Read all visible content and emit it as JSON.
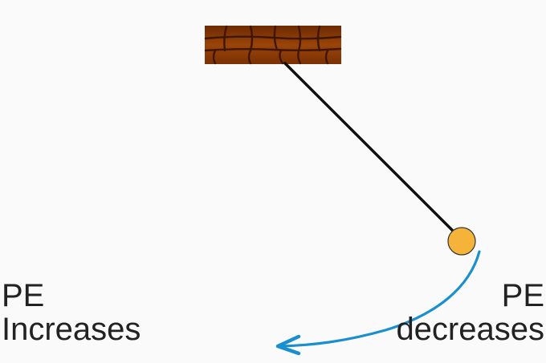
{
  "labels": {
    "left": {
      "line1": "PE",
      "line2": "Increases"
    },
    "right": {
      "line1": "PE",
      "line2": "decreases"
    }
  },
  "colors": {
    "background": "#fafafa",
    "support": "#8a3a05",
    "support_lines": "#4a1c02",
    "string": "#111111",
    "bob": "#f6b33a",
    "arrow": "#1a8fd0",
    "text": "#222222"
  },
  "icons": {
    "support": "brick-support-icon",
    "bob": "pendulum-bob-icon",
    "arrow": "curved-arrow-icon"
  }
}
